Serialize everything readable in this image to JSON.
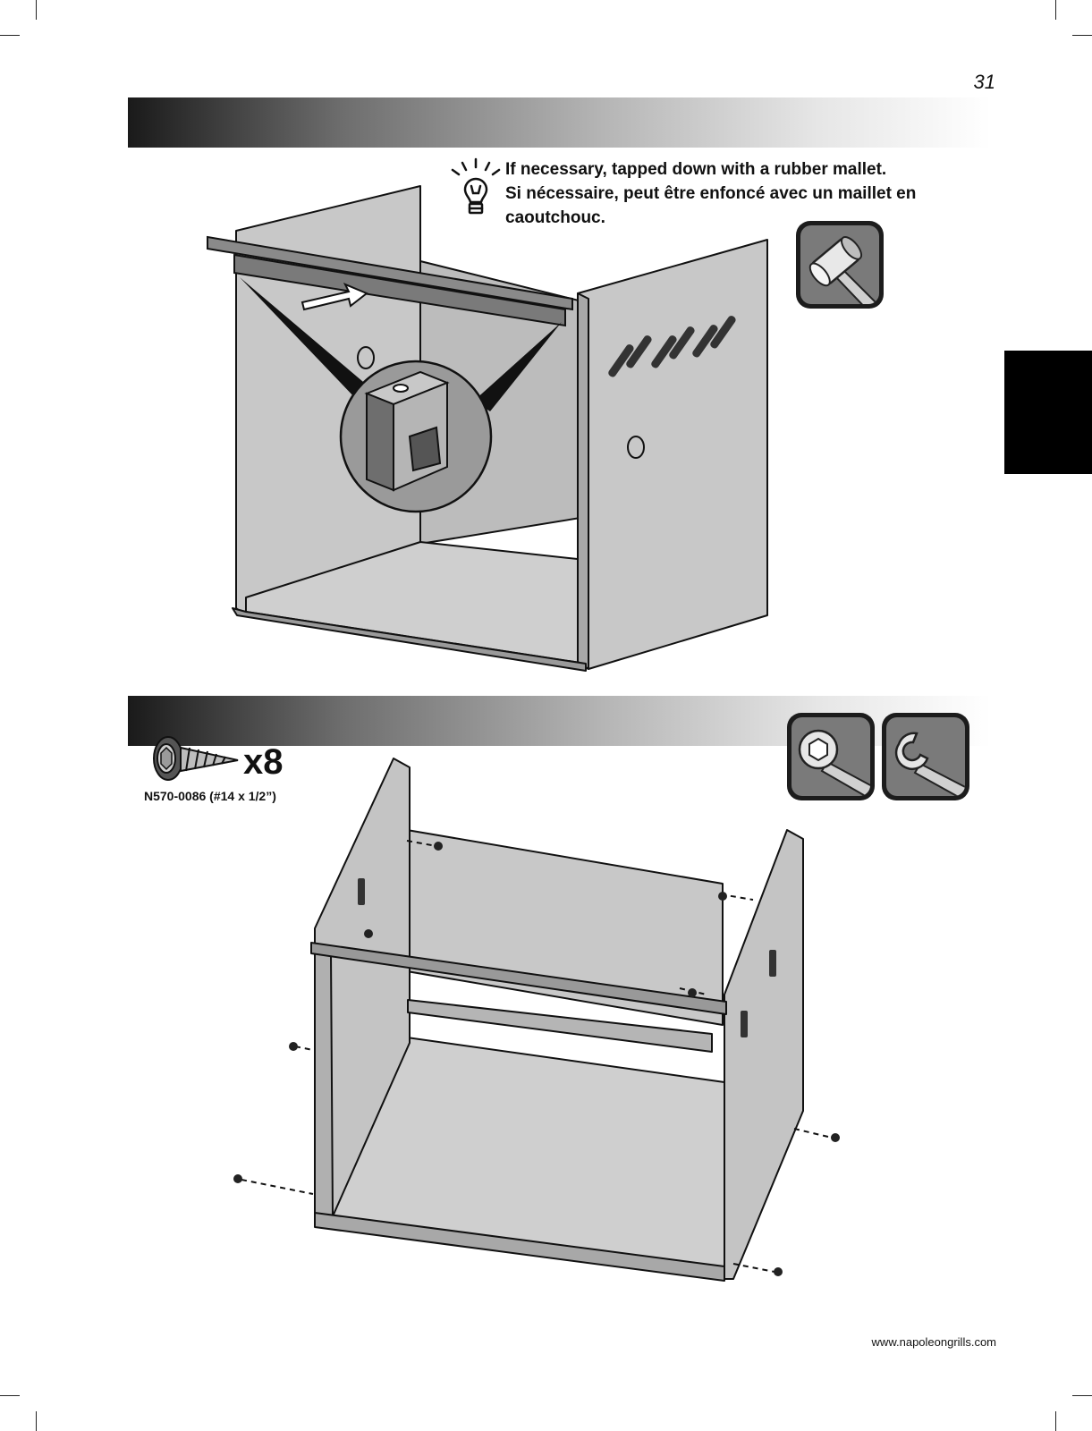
{
  "page_number": "31",
  "tip": {
    "lines": [
      "If necessary, tapped down with a rubber mallet.",
      "Si nécessaire, peut être enfoncé avec un maillet en",
      "caoutchouc."
    ]
  },
  "step2": {
    "quantity": "x8",
    "part": "N570-0086 (#14 x 1/2”)"
  },
  "footer": {
    "url": "www.napoleongrills.com"
  },
  "icons": {
    "tip_icon": "lightbulb-icon",
    "tool_1": "rubber-mallet-icon",
    "tool_2": "socket-wrench-icon",
    "tool_3": "open-end-wrench-icon",
    "part_icon": "screw-icon"
  }
}
